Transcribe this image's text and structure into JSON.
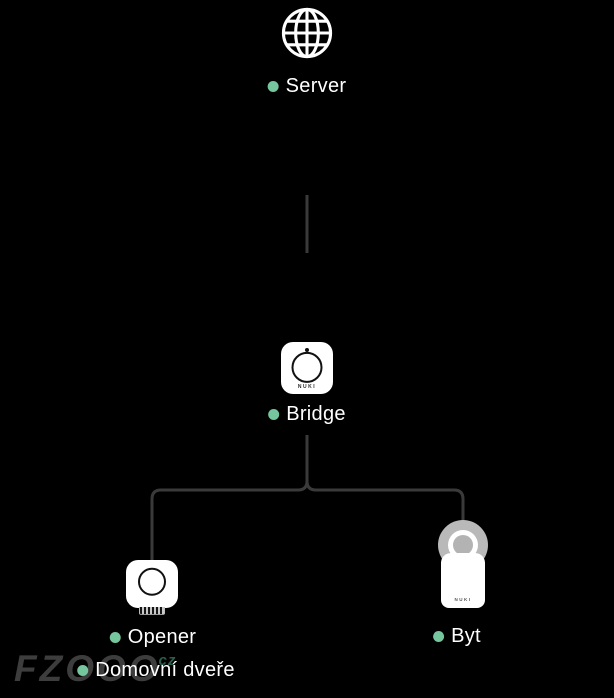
{
  "colors": {
    "background": "#000000",
    "wire": "#3a3a3a",
    "label_text": "#ffffff",
    "status_online": "#76c69d",
    "device_body": "#ffffff",
    "device_detail": "#111111",
    "knob_gray": "#b9b9b9",
    "watermark": "#3d3d3d",
    "watermark_accent": "#2b5c4c"
  },
  "nodes": [
    {
      "id": "server",
      "label": "Server",
      "icon": "globe-icon",
      "status": "online"
    },
    {
      "id": "bridge",
      "label": "Bridge",
      "icon": "nuki-bridge-icon",
      "status": "online",
      "brand": "NUKI"
    },
    {
      "id": "opener",
      "label": "Opener",
      "sublabel": "Domovní dveře",
      "icon": "nuki-opener-icon",
      "status": "online"
    },
    {
      "id": "byt",
      "label": "Byt",
      "icon": "nuki-smart-lock-icon",
      "status": "online",
      "brand": "NUKI"
    }
  ],
  "edges": [
    {
      "from": "server",
      "to": "bridge"
    },
    {
      "from": "bridge",
      "to": "opener"
    },
    {
      "from": "bridge",
      "to": "byt"
    }
  ],
  "watermark": {
    "text": "FZOOO",
    "suffix": "cz"
  }
}
